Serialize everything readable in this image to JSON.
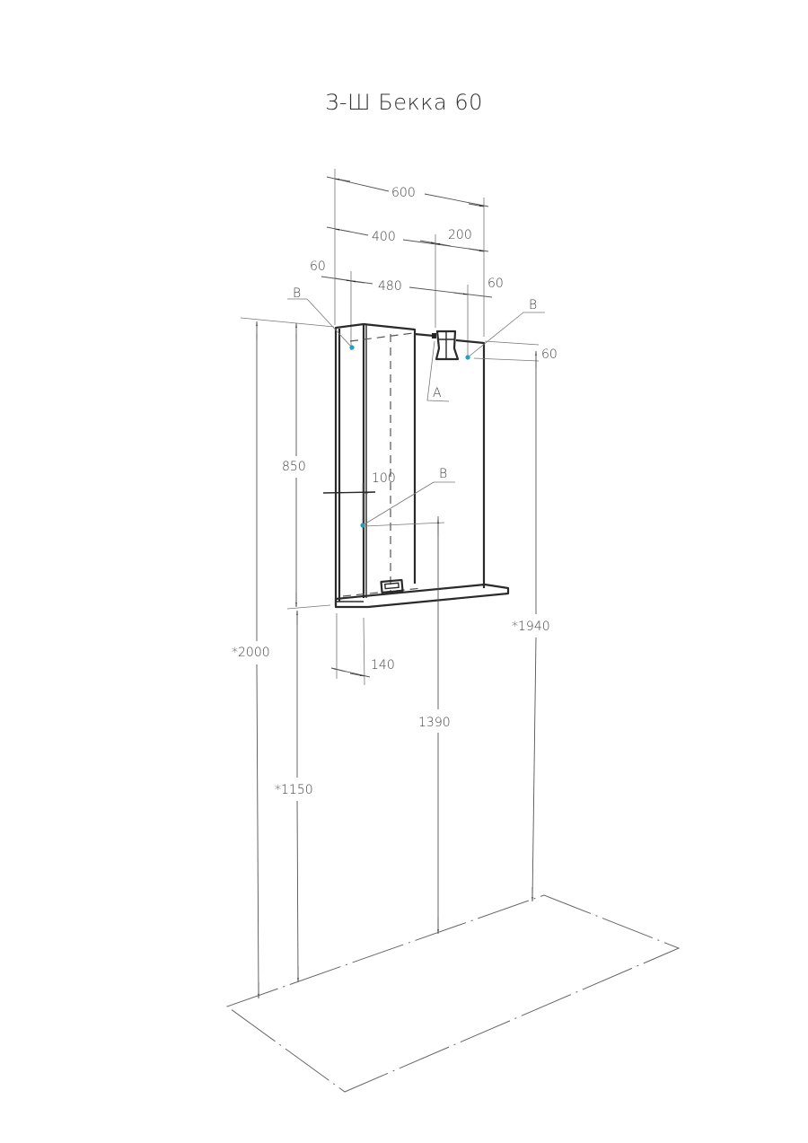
{
  "title": "З-Ш Бекка 60",
  "dimensions": {
    "overall_width": "600",
    "left_section_width": "400",
    "right_section_width": "200",
    "left_offset": "60",
    "mount_span": "480",
    "right_offset": "60",
    "top_offset_right": "60",
    "cabinet_height": "850",
    "door_depth": "100",
    "cabinet_depth": "140",
    "floor_to_top": "*2000",
    "floor_to_bottom": "*1150",
    "floor_to_mount": "1390",
    "floor_to_right_mount": "*1940"
  },
  "labels": {
    "mount_point_left": "B",
    "mount_point_right": "B",
    "mount_point_lower": "B",
    "lamp": "A"
  },
  "colors": {
    "mount_point": "#1aa3c7",
    "line": "#2a2a2a"
  }
}
